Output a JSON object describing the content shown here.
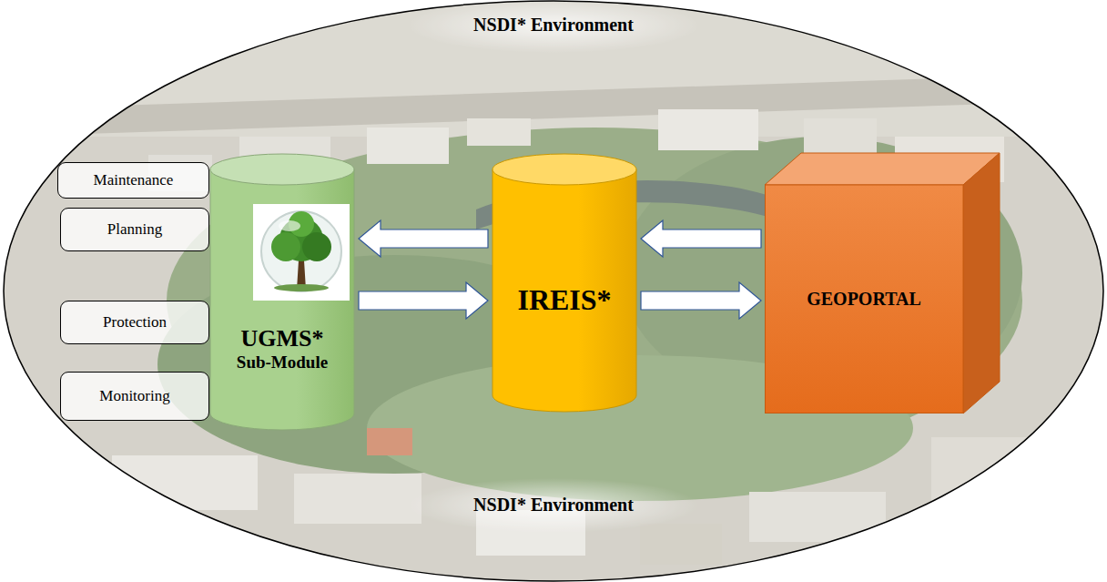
{
  "diagram": {
    "nodes": [
      {
        "text": [
          "NSDI* Environment",
          "NSDI* Environment"
        ]
      },
      {
        "text": [
          "Maintenance"
        ]
      },
      {
        "text": [
          "Planning"
        ]
      },
      {
        "text": [
          "Protection"
        ]
      },
      {
        "text": [
          "Monitoring"
        ]
      },
      {
        "text": [
          "UGMS*",
          "Sub-Module"
        ],
        "in": 0
      },
      {
        "text": [
          "IREIS*"
        ],
        "in": 0
      },
      {
        "text": [
          "GEOPORTAL"
        ],
        "in": 0
      }
    ],
    "edges": [
      {
        "from": 6,
        "to": 5,
        "arrow": "to"
      },
      {
        "from": 5,
        "to": 6,
        "arrow": "to"
      },
      {
        "from": 7,
        "to": 6,
        "arrow": "to"
      },
      {
        "from": 6,
        "to": 7,
        "arrow": "to"
      }
    ]
  }
}
